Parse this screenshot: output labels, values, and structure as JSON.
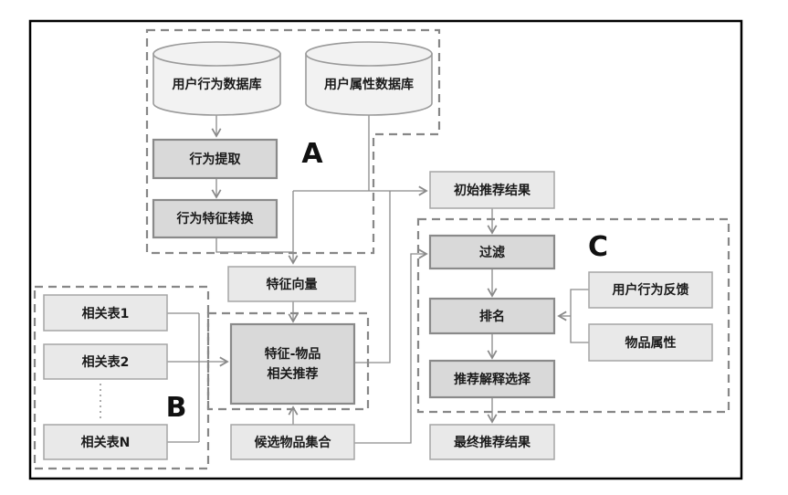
{
  "diagram": {
    "region_labels": {
      "a": "A",
      "b": "B",
      "c": "C"
    },
    "nodes": {
      "user_behavior_db": {
        "label": "用户行为数据库"
      },
      "user_attribute_db": {
        "label": "用户属性数据库"
      },
      "behavior_extraction": {
        "label": "行为提取"
      },
      "behavior_feature_conversion": {
        "label": "行为特征转换"
      },
      "feature_vector": {
        "label": "特征向量"
      },
      "related_table_1": {
        "label": "相关表1"
      },
      "related_table_2": {
        "label": "相关表2"
      },
      "related_table_n": {
        "label": "相关表N"
      },
      "feature_item_recommendation": {
        "label_line1": "特征-物品",
        "label_line2": "相关推荐"
      },
      "candidate_item_set": {
        "label": "候选物品集合"
      },
      "initial_recommendation_results": {
        "label": "初始推荐结果"
      },
      "filter": {
        "label": "过滤"
      },
      "ranking": {
        "label": "排名"
      },
      "explanation_selection": {
        "label": "推荐解释选择"
      },
      "user_behavior_feedback": {
        "label": "用户行为反馈"
      },
      "item_attributes": {
        "label": "物品属性"
      },
      "final_recommendation_results": {
        "label": "最终推荐结果"
      }
    },
    "colors": {
      "process_box_fill": "#d9d9d9",
      "data_box_fill": "#e9e9e9",
      "cylinder_fill": "#f2f2f2",
      "connector": "#8a8a8a",
      "dashed_region_border": "#878787",
      "frame_border": "#000000",
      "text": "#1a1a1a"
    }
  }
}
